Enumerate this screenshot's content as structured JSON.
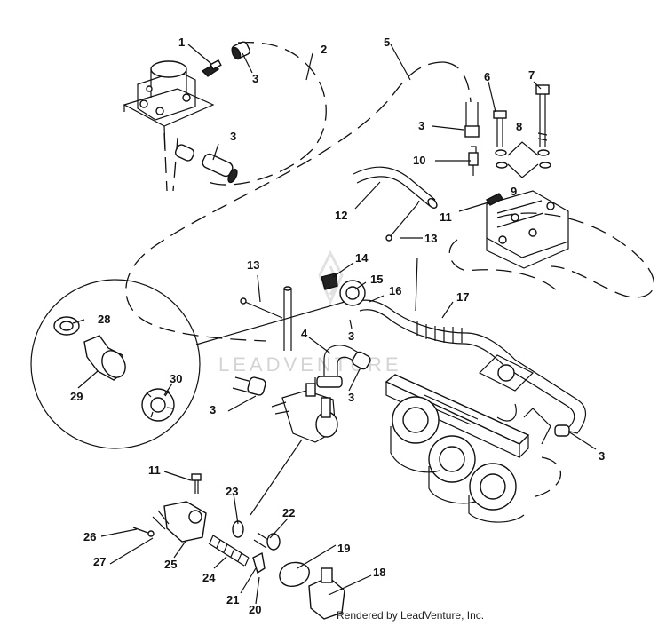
{
  "callouts": [
    {
      "id": "c1",
      "label": "1"
    },
    {
      "id": "c2",
      "label": "2"
    },
    {
      "id": "c3a",
      "label": "3"
    },
    {
      "id": "c3b",
      "label": "3"
    },
    {
      "id": "c3c",
      "label": "3"
    },
    {
      "id": "c5",
      "label": "5"
    },
    {
      "id": "c6",
      "label": "6"
    },
    {
      "id": "c7",
      "label": "7"
    },
    {
      "id": "c8",
      "label": "8"
    },
    {
      "id": "c10",
      "label": "10"
    },
    {
      "id": "c9",
      "label": "9"
    },
    {
      "id": "c11a",
      "label": "11"
    },
    {
      "id": "c12",
      "label": "12"
    },
    {
      "id": "c13a",
      "label": "13"
    },
    {
      "id": "c13b",
      "label": "13"
    },
    {
      "id": "c14",
      "label": "14"
    },
    {
      "id": "c15",
      "label": "15"
    },
    {
      "id": "c16",
      "label": "16"
    },
    {
      "id": "c17",
      "label": "17"
    },
    {
      "id": "c28",
      "label": "28"
    },
    {
      "id": "c3d",
      "label": "3"
    },
    {
      "id": "c4",
      "label": "4"
    },
    {
      "id": "c29",
      "label": "29"
    },
    {
      "id": "c30",
      "label": "30"
    },
    {
      "id": "c3e",
      "label": "3"
    },
    {
      "id": "c3f",
      "label": "3"
    },
    {
      "id": "c3g",
      "label": "3"
    },
    {
      "id": "c11b",
      "label": "11"
    },
    {
      "id": "c23",
      "label": "23"
    },
    {
      "id": "c22",
      "label": "22"
    },
    {
      "id": "c26",
      "label": "26"
    },
    {
      "id": "c27",
      "label": "27"
    },
    {
      "id": "c25",
      "label": "25"
    },
    {
      "id": "c24",
      "label": "24"
    },
    {
      "id": "c19",
      "label": "19"
    },
    {
      "id": "c18",
      "label": "18"
    },
    {
      "id": "c21",
      "label": "21"
    },
    {
      "id": "c20",
      "label": "20"
    }
  ],
  "watermark": "LEADVENTURE",
  "credit": "Rendered by LeadVenture, Inc."
}
